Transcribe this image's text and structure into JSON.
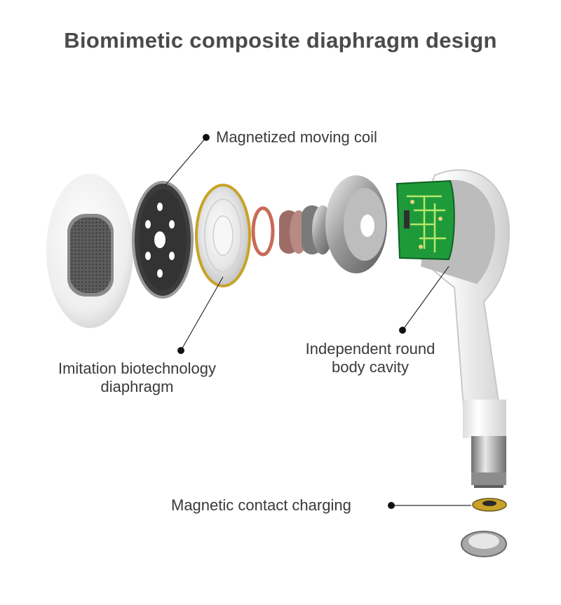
{
  "title": "Biomimetic composite diaphragm design",
  "callouts": {
    "coil": "Magnetized moving coil",
    "diaphragm_line1": "Imitation biotechnology",
    "diaphragm_line2": "diaphragm",
    "cavity_line1": "Independent round",
    "cavity_line2": "body cavity",
    "charging": "Magnetic contact charging"
  },
  "colors": {
    "text": "#3a3a3a",
    "title": "#4a4a4a",
    "pcb_green": "#1f9a3a",
    "gold": "#c9a227",
    "copper": "#c96b5a"
  }
}
